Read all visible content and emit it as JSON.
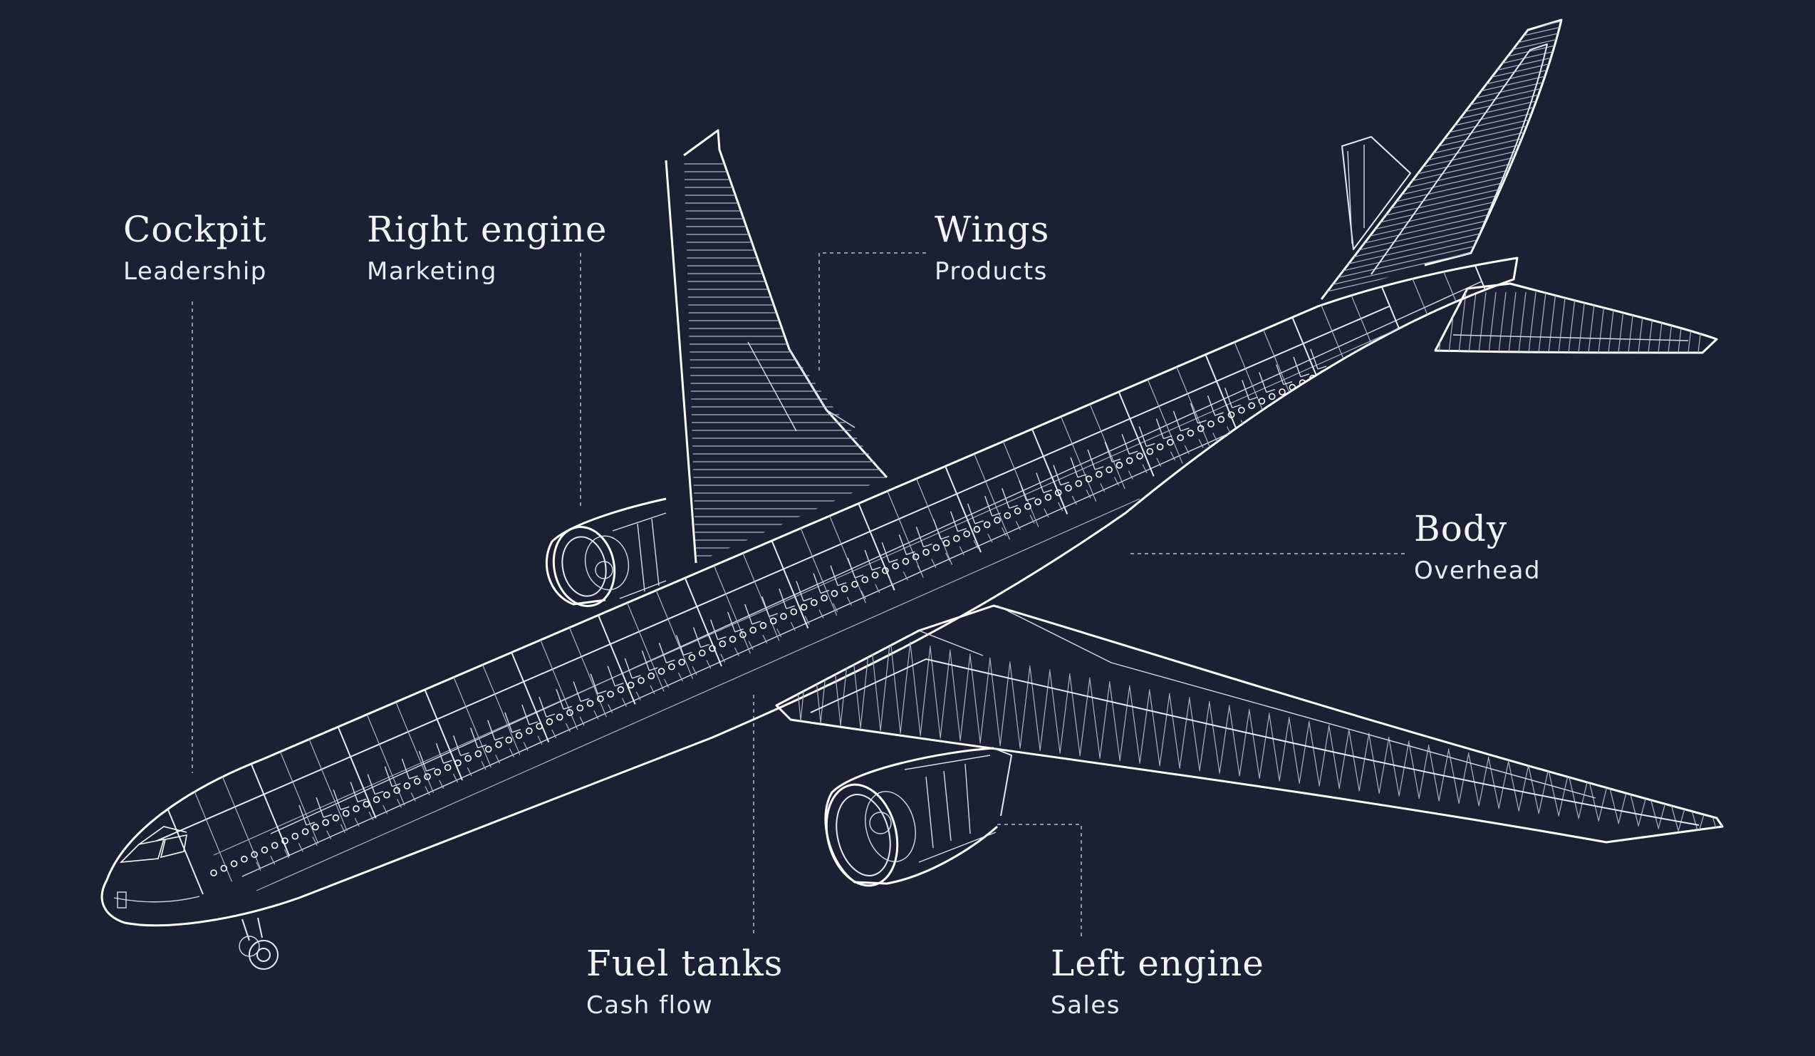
{
  "colors": {
    "background": "#1c2033",
    "linework": "#ffffff",
    "leader_lines": "#8f95ab"
  },
  "callouts": {
    "cockpit": {
      "title": "Cockpit",
      "subtitle": "Leadership"
    },
    "right_engine": {
      "title": "Right engine",
      "subtitle": "Marketing"
    },
    "wings": {
      "title": "Wings",
      "subtitle": "Products"
    },
    "body": {
      "title": "Body",
      "subtitle": "Overhead"
    },
    "fuel_tanks": {
      "title": "Fuel tanks",
      "subtitle": "Cash flow"
    },
    "left_engine": {
      "title": "Left engine",
      "subtitle": "Sales"
    }
  }
}
